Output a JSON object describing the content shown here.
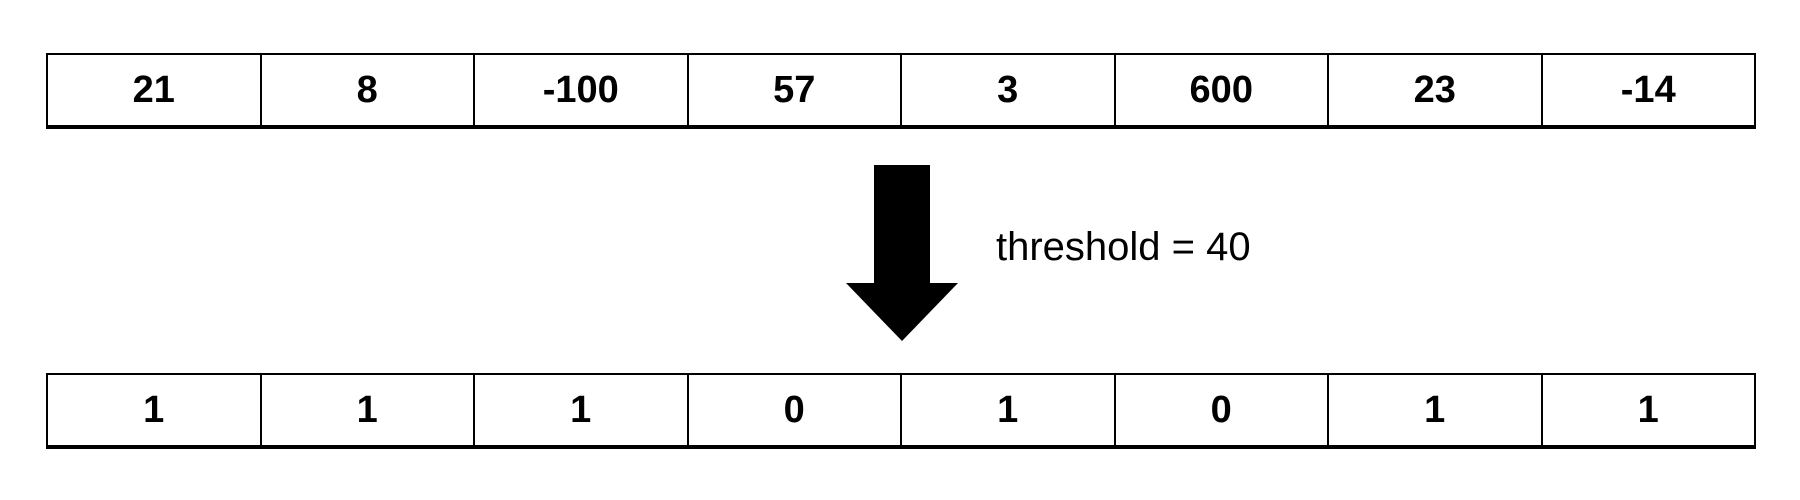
{
  "input_values": [
    "21",
    "8",
    "-100",
    "57",
    "3",
    "600",
    "23",
    "-14"
  ],
  "output_values": [
    "1",
    "1",
    "1",
    "0",
    "1",
    "0",
    "1",
    "1"
  ],
  "threshold_label": "threshold = 40"
}
